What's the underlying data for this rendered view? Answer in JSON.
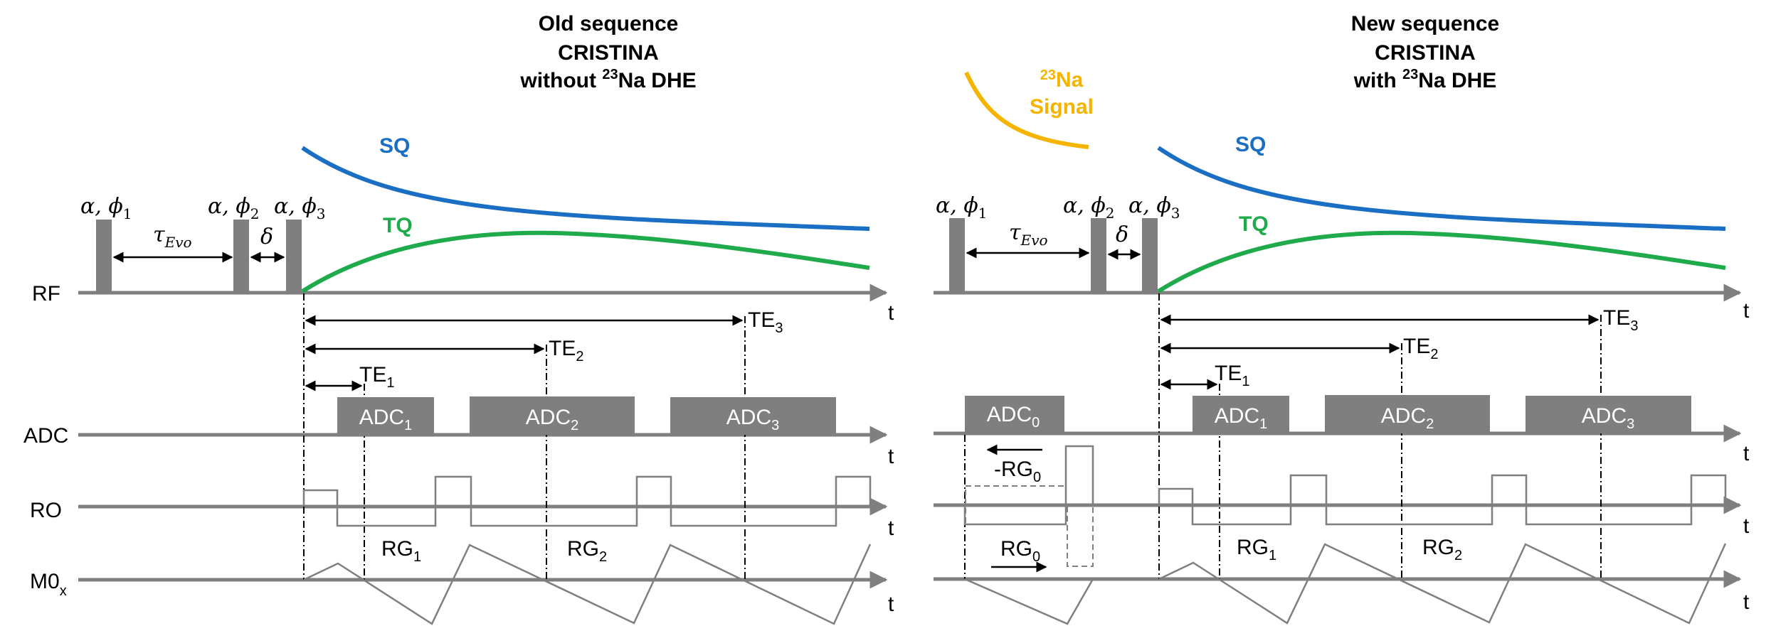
{
  "left": {
    "title": [
      "Old sequence",
      "CRISTINA"
    ],
    "title3_pre": "without ",
    "title3_sup": "23",
    "title3_post": "Na DHE",
    "sq": "SQ",
    "tq": "TQ",
    "tau": "τ",
    "tau_sub": "Evo",
    "delta": "δ",
    "alpha_phi": [
      "α, ϕ",
      "α, ϕ",
      "α, ϕ"
    ],
    "phi_sub": [
      "1",
      "2",
      "3"
    ],
    "te": [
      {
        "base": "TE",
        "sub": "1"
      },
      {
        "base": "TE",
        "sub": "2"
      },
      {
        "base": "TE",
        "sub": "3"
      }
    ],
    "adc": [
      {
        "base": "ADC",
        "sub": "1"
      },
      {
        "base": "ADC",
        "sub": "2"
      },
      {
        "base": "ADC",
        "sub": "3"
      }
    ],
    "rg": [
      {
        "base": "RG",
        "sub": "1"
      },
      {
        "base": "RG",
        "sub": "2"
      }
    ]
  },
  "right": {
    "title": [
      "New sequence",
      "CRISTINA"
    ],
    "title3_pre": "with ",
    "title3_sup": "23",
    "title3_post": "Na DHE",
    "na_sup": "23",
    "na_post": "Na",
    "na_signal": "Signal",
    "sq": "SQ",
    "tq": "TQ",
    "tau": "τ",
    "tau_sub": "Evo",
    "delta": "δ",
    "alpha_phi": [
      "α, ϕ",
      "α, ϕ",
      "α, ϕ"
    ],
    "phi_sub": [
      "1",
      "2",
      "3"
    ],
    "te": [
      {
        "base": "TE",
        "sub": "1"
      },
      {
        "base": "TE",
        "sub": "2"
      },
      {
        "base": "TE",
        "sub": "3"
      }
    ],
    "adc0": {
      "base": "ADC",
      "sub": "0"
    },
    "adc": [
      {
        "base": "ADC",
        "sub": "1"
      },
      {
        "base": "ADC",
        "sub": "2"
      },
      {
        "base": "ADC",
        "sub": "3"
      }
    ],
    "rg0_neg": {
      "base": "-RG",
      "sub": "0"
    },
    "rg0": {
      "base": "RG",
      "sub": "0"
    },
    "rg": [
      {
        "base": "RG",
        "sub": "1"
      },
      {
        "base": "RG",
        "sub": "2"
      }
    ]
  },
  "rows": {
    "rf": "RF",
    "adc": "ADC",
    "ro": "RO",
    "m0x_base": "M0",
    "m0x_sub": "x"
  },
  "time_label": "t",
  "colors": {
    "sq": "#1a6fc4",
    "tq": "#1faa4c",
    "na_signal": "#f5b400",
    "gray": "#7f7f7f"
  }
}
